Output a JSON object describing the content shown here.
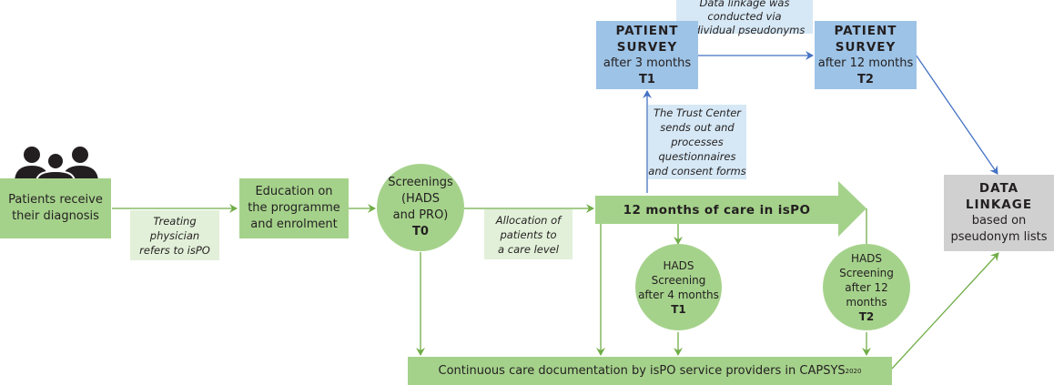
{
  "diagram": {
    "colors": {
      "green_fill": "#a5d28b",
      "green_note": "#e2f0d9",
      "green_line": "#70ad47",
      "blue_fill": "#9dc3e6",
      "blue_note": "#d6e8f5",
      "blue_line": "#4472c4",
      "gray_fill": "#d0d0d0"
    },
    "patients_icon": "people-group-icon",
    "diagnosis": {
      "line1": "Patients receive",
      "line2": "their diagnosis"
    },
    "referral_note": {
      "line1": "Treating",
      "line2": "physician",
      "line3": "refers to isPO"
    },
    "education": {
      "line1": "Education on",
      "line2": "the programme",
      "line3": "and enrolment"
    },
    "screening_t0": {
      "line1": "Screenings",
      "line2": "(HADS",
      "line3": "and PRO)",
      "timepoint": "T0"
    },
    "allocation_note": {
      "line1": "Allocation of",
      "line2": "patients to",
      "line3": "a care level"
    },
    "care_arrow": {
      "label": "12 months of care in isPO"
    },
    "trust_center_note": {
      "line1": "The Trust Center",
      "line2": "sends out and",
      "line3": "processes",
      "line4": "questionnaires",
      "line5": "and consent forms"
    },
    "survey_t1": {
      "line1": "PATIENT",
      "line2": "SURVEY",
      "line3": "after 3 months",
      "timepoint": "T1"
    },
    "survey_t2": {
      "line1": "PATIENT",
      "line2": "SURVEY",
      "line3": "after 12 months",
      "timepoint": "T2"
    },
    "linkage_note": {
      "line1": "Data linkage was conducted via",
      "line2": "individual pseudonyms"
    },
    "hads_t1": {
      "line1": "HADS",
      "line2": "Screening",
      "line3": "after 4 months",
      "timepoint": "T1"
    },
    "hads_t2": {
      "line1": "HADS",
      "line2": "Screening",
      "line3": "after 12 months",
      "timepoint": "T2"
    },
    "documentation": {
      "label": "Continuous care documentation by isPO service providers in CAPSYS",
      "superscript": "2020"
    },
    "data_linkage": {
      "line1": "DATA",
      "line2": "LINKAGE",
      "line3": "based on",
      "line4": "pseudonym lists"
    }
  }
}
